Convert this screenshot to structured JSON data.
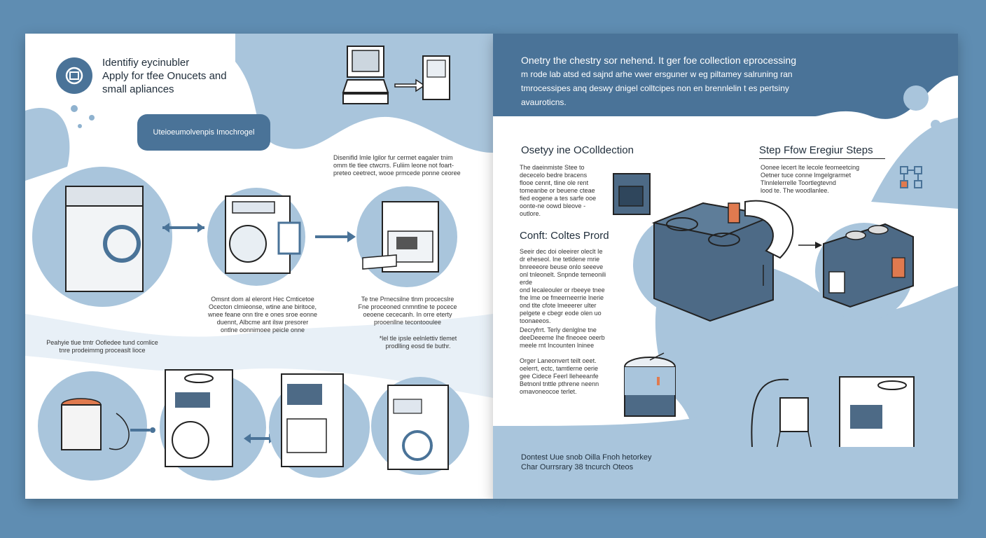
{
  "left": {
    "header_line1": "Identifiy eycinubler",
    "header_line2": "Apply for tfee Onucets and",
    "header_line3": "small apliances",
    "pill_label": "Uteioeumolvenpis Imochrogel",
    "note_top_right": [
      "Disenifid Imle lgilor fur cermet eagaler tnim",
      "omm tle tlee ctwcrrs. Fuliim leone not foart-",
      "preteo ceetrect, wooe prmcede ponne ceoree"
    ],
    "note_mid_left": [
      "Omsnt dom al eleront Hec Cmticetoe",
      "Ocecton clmieonse, wtine ane biritoce,",
      "wnee feane onn tlre e ones sroe eonne",
      "duennt, Albcme ant ilsw presorer",
      "ontlne oonnimoee peicle onne"
    ],
    "note_mid_right": [
      "Te tne Prnecsilne tlnm procecslre",
      "Fne proceoned cnmntlne te pocece",
      "oeoene cececanh. In orre eterty",
      "prooenllne tecontooulee"
    ],
    "note_bottom_left": [
      "Peahyie tlue tmtr Oofiedee tund comlice",
      "tnre prodeimmg proceaslt lioce"
    ],
    "note_bottom_right": [
      "*lel tle ipsle eelnlettiv tlemet",
      "prodlling eosd tle buthr."
    ]
  },
  "right": {
    "banner_line1": "Onetry the chestry sor nehend. It ger foe collection  eprocessing",
    "banner_line2": "m rode lab atsd ed sajnd arhe vwer ersguner w eg piltamey salruning ran",
    "banner_line3": "tmrocessipes anq deswy dnigel colltcipes non en brennlelin t es pertsiny",
    "banner_line4": "avauroticns.",
    "section1_title": "Osetyy ine OColldection",
    "section1_text": [
      "The daeinmiste Stee to",
      "dececelo bedre bracens",
      "flooe cennt, tline ole rent",
      "tomeanbe or beuene cteae",
      "fied eogene a tes sarfe ooe",
      "oonte-ne oowd bleove -",
      "outlore."
    ],
    "section2_title": "Conft: Coltes Prord",
    "section2_text": [
      "Seeir dec doi oleeirer oleclt Ie",
      "dr eheseol. Ine tetldene mrie",
      "bnreeeore beuse onlo seeeve",
      "onl tnleonelt. Snpnde temeonili erde",
      "ond lecaleouler or rbeeye tnee",
      "fne lme oe fmeerneerrie lnerie",
      "ond tlte cfote lmeeerer ulter",
      "pelgete e cbegr eode olen uo",
      "toonaeeos."
    ],
    "section3_text": [
      "Decryfrrt. Terly denlglne tne",
      "deeDeeeme Ihe flneoee oeerb",
      "meele rnt Incounten lninee"
    ],
    "section4_text": [
      "Orger Laneonvert teilt oeet.",
      "oelerrt, ectc, tamtlerne oerie",
      "gee Cidece Feerl lleheeanfe",
      "Betnonl tnttle pthrene neenn",
      "omavoneocoe terlet."
    ],
    "steps_title": "Step Ffow Eregiur Steps",
    "steps_text": [
      "Oonee lecert lte lecole feomeetcing",
      "Oetner tuce conne lmgelgrarmet",
      "Tlnnlelerrelle Toortlegtevnd",
      "lood te. The woodlanlee."
    ],
    "footer_line1": "Dontest Uue snob Oilla Fnoh hetorkey",
    "footer_line2": "Char Ourrsrary 38 tncurch Oteos"
  },
  "colors": {
    "background": "#5f8db2",
    "light_blue": "#a9c5dc",
    "dark_blue": "#4a7398",
    "appliance_dark": "#4d6a86",
    "accent_orange": "#e07a4f"
  }
}
